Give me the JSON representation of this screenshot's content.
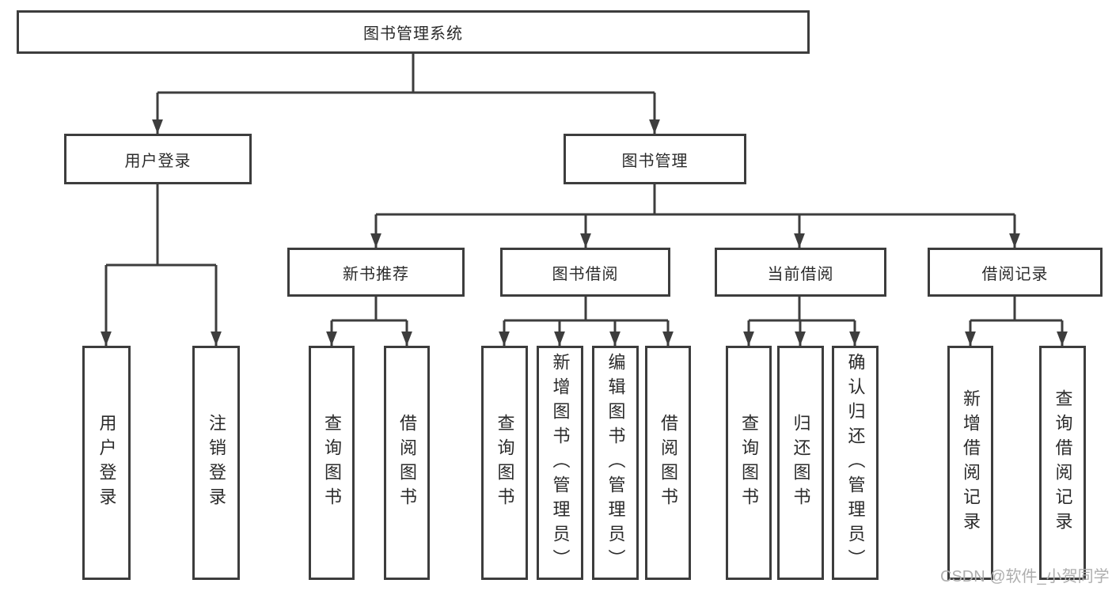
{
  "tree": {
    "root": {
      "label": "图书管理系统"
    },
    "user_login": {
      "label": "用户登录",
      "children": [
        "用户登录",
        "注销登录"
      ]
    },
    "book_management": {
      "label": "图书管理",
      "sections": [
        {
          "label": "新书推荐",
          "children": [
            "查询图书",
            "借阅图书"
          ]
        },
        {
          "label": "图书借阅",
          "children": [
            "查询图书",
            "新增图书（管理员）",
            "编辑图书（管理员）",
            "借阅图书"
          ]
        },
        {
          "label": "当前借阅",
          "children": [
            "查询图书",
            "归还图书",
            "确认归还（管理员）"
          ]
        },
        {
          "label": "借阅记录",
          "children": [
            "新增借阅记录",
            "查询借阅记录"
          ]
        }
      ]
    }
  },
  "colors": {
    "line": "#3d3d3d",
    "box_border": "#3d3d3d",
    "text": "#2b2b2b",
    "watermark": "#aeaeae"
  },
  "watermark": "CSDN @软件_小贺同学"
}
